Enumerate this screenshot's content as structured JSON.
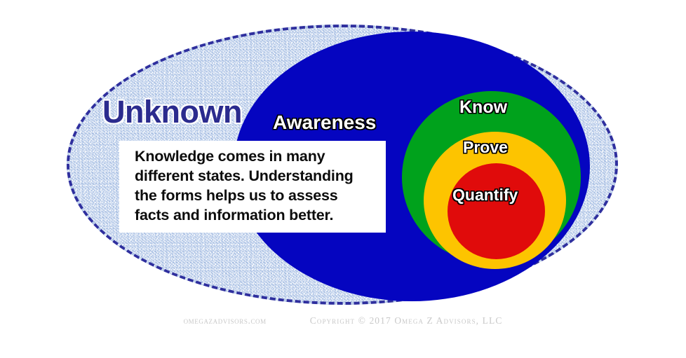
{
  "diagram": {
    "title": "Knowledge States Venn Diagram",
    "regions": [
      {
        "id": "unknown",
        "label": "Unknown",
        "color": "#b4c8e8",
        "border_color": "#2f2f9e",
        "text_color": "#2b2b8e",
        "outline_color": "#ffffff"
      },
      {
        "id": "awareness",
        "label": "Awareness",
        "color": "#0505c0",
        "text_color": "#ffffff",
        "outline_color": "#000000"
      },
      {
        "id": "know",
        "label": "Know",
        "color": "#00a21c",
        "text_color": "#ffffff",
        "outline_color": "#000000"
      },
      {
        "id": "prove",
        "label": "Prove",
        "color": "#fdc400",
        "text_color": "#ffffff",
        "outline_color": "#000000"
      },
      {
        "id": "quantify",
        "label": "Quantify",
        "color": "#e00b0b",
        "text_color": "#ffffff",
        "outline_color": "#000000"
      }
    ],
    "caption": {
      "line1": "Knowledge comes in many",
      "line2": "different states. Understanding",
      "line3": "the forms helps us to assess",
      "line4": "facts and information better."
    }
  },
  "footer": {
    "site": "omegazadvisors.com",
    "copyright": "Copyright © 2017 Omega Z Advisors, LLC"
  }
}
